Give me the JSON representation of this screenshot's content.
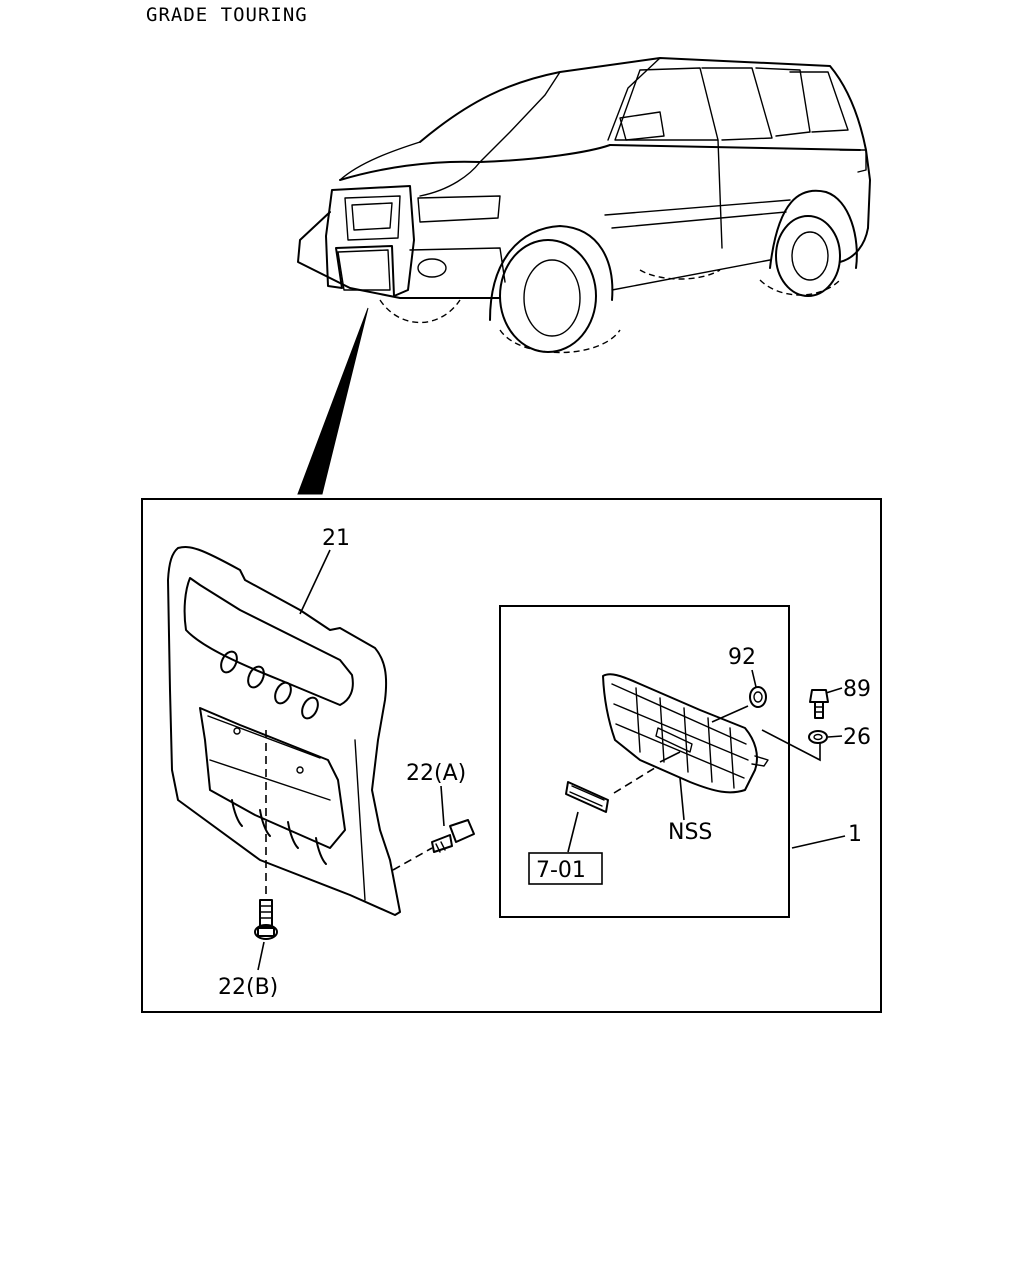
{
  "header": {
    "grade_label": "GRADE TOURING"
  },
  "labels": {
    "part_21": "21",
    "part_22a": "22(A)",
    "part_22b": "22(B)",
    "part_92": "92",
    "part_89": "89",
    "part_26": "26",
    "part_nss": "NSS",
    "part_1": "1",
    "ref_box": "7-01"
  }
}
